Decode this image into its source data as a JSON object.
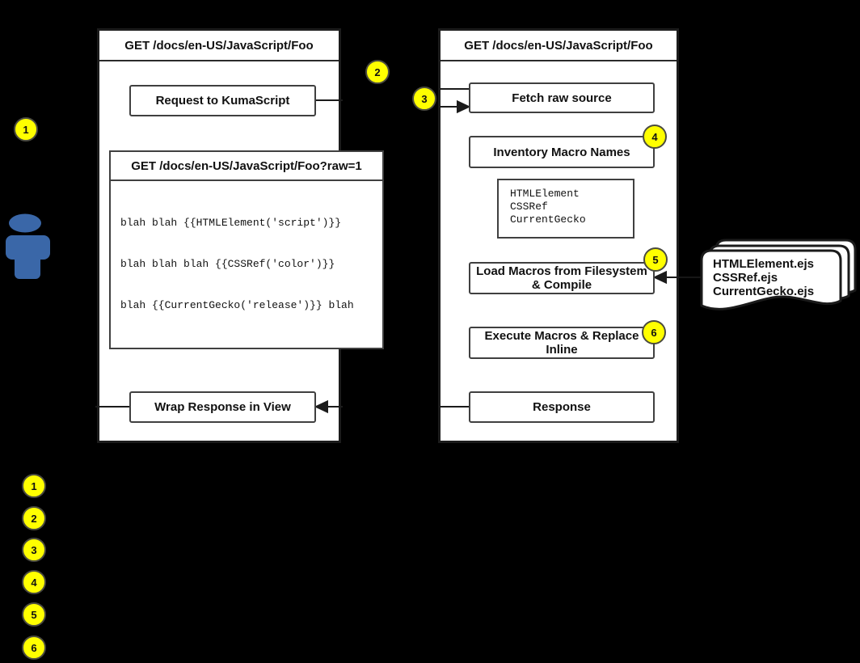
{
  "left_column": {
    "header": "GET /docs/en-US/JavaScript/Foo",
    "request_box_label": "Request to KumaScript",
    "raw_doc": {
      "header": "GET /docs/en-US/JavaScript/Foo?raw=1",
      "code_lines": [
        "blah blah {{HTMLElement('script')}}",
        "blah blah blah {{CSSRef('color')}}",
        "blah {{CurrentGecko('release')}} blah"
      ]
    },
    "wrap_box_label": "Wrap Response in View"
  },
  "right_column": {
    "header": "GET /docs/en-US/JavaScript/Foo",
    "fetch_box_label": "Fetch raw source",
    "inventory_box_label": "Inventory Macro Names",
    "macro_names": [
      "HTMLElement",
      "CSSRef",
      "CurrentGecko"
    ],
    "load_box_label": "Load Macros from Filesystem & Compile",
    "execute_box_label": "Execute Macros & Replace Inline",
    "response_box_label": "Response"
  },
  "ejs_stack": {
    "files": [
      "HTMLElement.ejs",
      "CSSRef.ejs",
      "CurrentGecko.ejs"
    ]
  },
  "badges": {
    "diagram": [
      "1",
      "2",
      "3",
      "4",
      "5",
      "6"
    ],
    "legend": [
      "1",
      "2",
      "3",
      "4",
      "5",
      "6"
    ]
  },
  "icons": {
    "user": "person-icon",
    "files": "stacked-documents-icon"
  },
  "colors": {
    "background": "#000000",
    "panel": "#ffffff",
    "badge_yellow": "#ffff00",
    "badge_border": "#4b4b40",
    "person_blue": "#3a67a8",
    "line": "#1b1b1b"
  }
}
